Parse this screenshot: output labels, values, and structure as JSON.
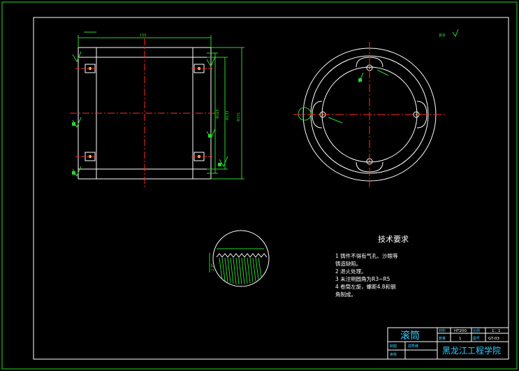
{
  "drawing": {
    "title": "滚筒",
    "institution": "黑龙江工程学院",
    "title_block": {
      "material_label": "材料",
      "material": "HT200",
      "scale_label": "比例",
      "scale": "1：1",
      "qty_label": "数量",
      "qty": "1",
      "drawing_no_label": "图号",
      "drawing_no": "GT-03",
      "drawn_label": "制图",
      "drawn_by": "郑秀峰",
      "check_label": "审核"
    },
    "tech_requirements": {
      "heading": "技术要求",
      "items": [
        "1  铸件不得有气孔、沙眼等",
        "    铸造缺陷。",
        "2  退火处理。",
        "3  未注明圆角为R3~R5",
        "4  卷筒左旋，螺距4.8和钢",
        "    角制成。"
      ]
    },
    "roughness_note": "其余",
    "dimensions": {
      "width_top": "150",
      "dia_inner": "Φ118",
      "dia_mid": "Φ133",
      "dia_outer": "Φ151",
      "detail_dim": "2.35"
    },
    "colors": {
      "outline": "#ffffff",
      "dimension": "#2bd42b",
      "centerline": "#ff2a2a",
      "text": "#ffff33",
      "title_text": "#33ccff"
    }
  }
}
